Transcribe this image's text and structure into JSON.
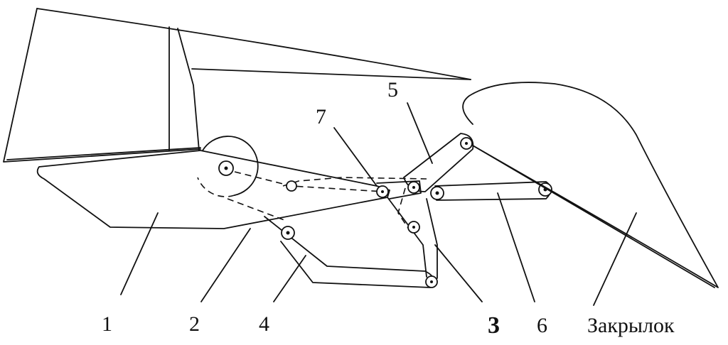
{
  "labels": {
    "part1": "1",
    "part2": "2",
    "part4": "4",
    "part3": "3",
    "part6": "6",
    "flap": "Закрылок",
    "part7": "7",
    "part5": "5"
  }
}
